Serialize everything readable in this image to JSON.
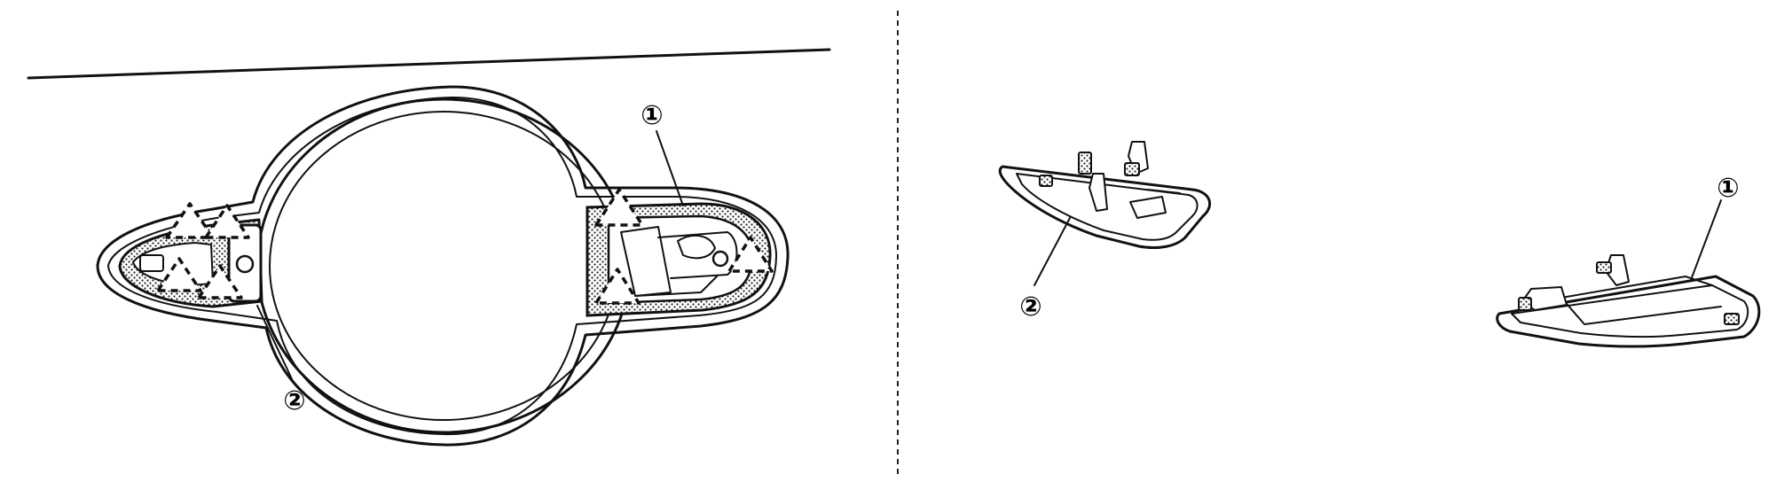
{
  "diagram": {
    "left_view": {
      "callouts": [
        {
          "id": "left-callout-1",
          "label": "①"
        },
        {
          "id": "left-callout-2",
          "label": "②"
        }
      ]
    },
    "right_view": {
      "callouts": [
        {
          "id": "right-callout-1",
          "label": "①"
        },
        {
          "id": "right-callout-2",
          "label": "②"
        }
      ]
    }
  }
}
